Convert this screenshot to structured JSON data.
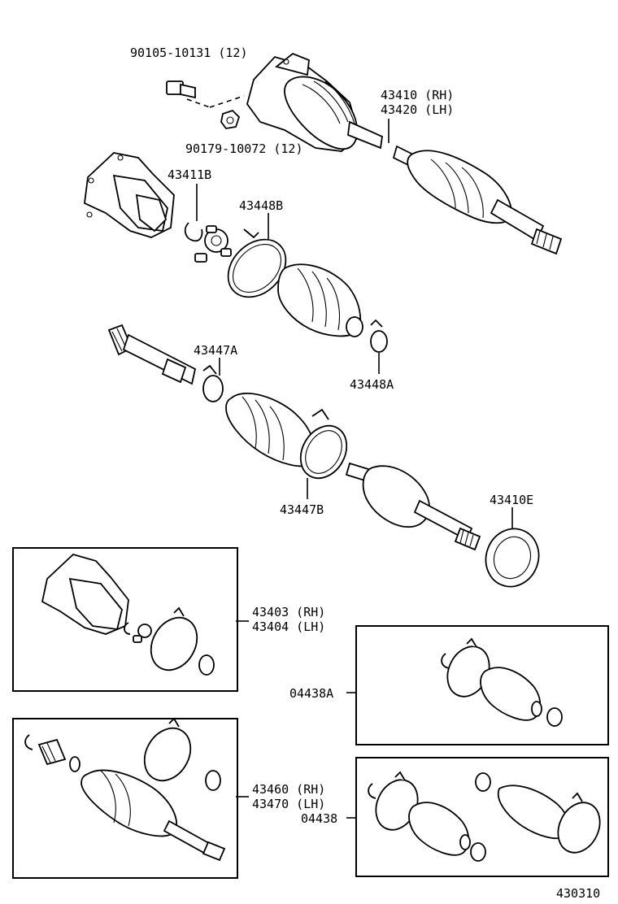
{
  "labels": {
    "bolt": "90105-10131 (12)",
    "nut": "90179-10072 (12)",
    "shaft_assy": [
      "43410 (RH)",
      "43420 (LH)"
    ],
    "inboard_joint": "43411B",
    "clamp_b": "43448B",
    "inner_shaft": "43447A",
    "clamp_a": "43448A",
    "boot_b": "43447B",
    "dust_cover": "43410E",
    "inboard_kit": [
      "43403 (RH)",
      "43404 (LH)"
    ],
    "boot_kit_a": "04438A",
    "outboard_kit": [
      "43460 (RH)",
      "43470 (LH)"
    ],
    "boot_kit": "04438",
    "illustration_no": "430310"
  }
}
